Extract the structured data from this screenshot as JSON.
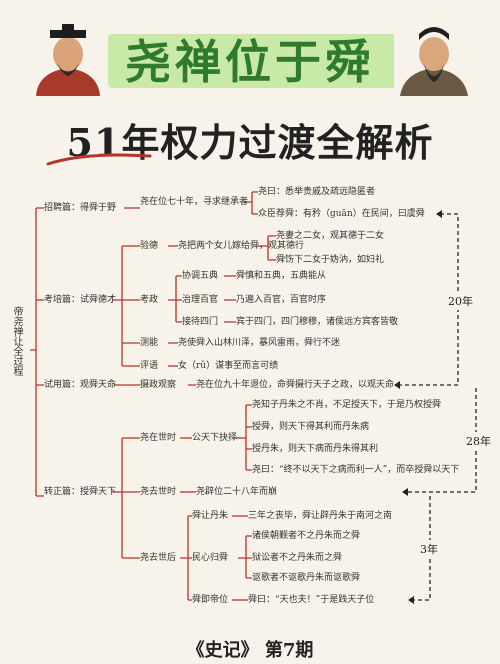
{
  "title": "尧禅位于舜",
  "subtitle_number": "51",
  "subtitle_text": "年权力过渡全解析",
  "root": "帝尧禅让全过程",
  "branches": [
    "招聘篇：得舜于野",
    "考培篇：试舜德才",
    "试用篇：观舜天命",
    "转正篇：授舜天下"
  ],
  "recruit": {
    "node": "尧在位七十年，寻求继承者",
    "leaf1": "尧曰：悉举贵戚及疏远隐匿者",
    "leaf2": "众臣荐舜：有矜（guān）在民间，曰虞舜"
  },
  "test": {
    "a_label": "验德",
    "a_node": "尧把两个女儿嫁给舜，观其德行",
    "a_leaf1": "尧妻之二女，观其德于二女",
    "a_leaf2": "舜饬下二女于妫汭，如妇礼",
    "b_label": "考政",
    "b_items": [
      {
        "k": "协调五典",
        "v": "舜慎和五典，五典能从"
      },
      {
        "k": "治理百官",
        "v": "乃遍入百官，百官时序"
      },
      {
        "k": "接待四门",
        "v": "宾于四门，四门穆穆，诸侯远方宾客皆敬"
      }
    ],
    "c_label": "测能",
    "c_node": "尧使舜入山林川泽，暴风雷雨，舜行不迷",
    "d_label": "评语",
    "d_node": "女（rǔ）谋事至而言可绩"
  },
  "trial": {
    "node": "摄政观察",
    "leaf": "尧在位九十年退位，命舜摄行天子之政，以观天命"
  },
  "official": {
    "alive_label": "尧在世时",
    "alive_node": "公天下抉择",
    "alive_leaves": [
      "尧知子丹朱之不肖，不足授天下，于是乃权授舜",
      "授舜，则天下得其利而丹朱病",
      "授丹朱，则天下病而丹朱得其利",
      "尧曰：“终不以天下之病而利一人”，而卒授舜以天下"
    ],
    "after_label": "尧去世时",
    "after_node": "尧辟位二十八年而崩",
    "later_label": "尧去世后",
    "later_a": "舜让丹朱",
    "later_a_leaf": "三年之丧毕，舜让辟丹朱于南河之南",
    "later_b": "民心归舜",
    "later_b_leaves": [
      "诸侯朝觐者不之丹朱而之舜",
      "狱讼者不之丹朱而之舜",
      "讴歌者不讴歌丹朱而讴歌舜"
    ],
    "later_c": "舜即帝位",
    "later_c_leaf": "舜曰：“天也夫！”于是践天子位"
  },
  "years": [
    "20年",
    "28年",
    "3年"
  ],
  "footer": "《史记》 第7期",
  "colors": {
    "accent_red": "#b5352a",
    "green_title": "#2f7a2f",
    "band": "#c9e9a6"
  }
}
